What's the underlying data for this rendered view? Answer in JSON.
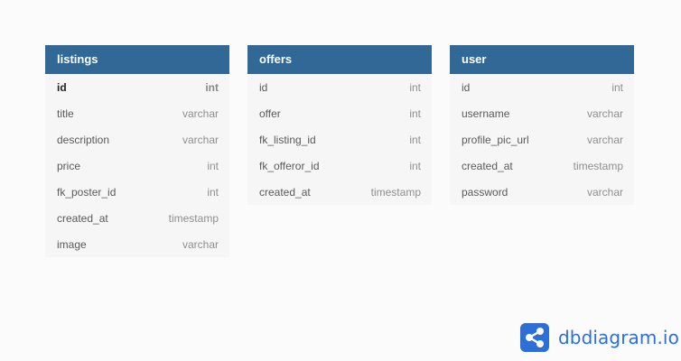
{
  "tables": [
    {
      "name": "listings",
      "fields": [
        {
          "name": "id",
          "type": "int",
          "pk": true
        },
        {
          "name": "title",
          "type": "varchar"
        },
        {
          "name": "description",
          "type": "varchar"
        },
        {
          "name": "price",
          "type": "int"
        },
        {
          "name": "fk_poster_id",
          "type": "int"
        },
        {
          "name": "created_at",
          "type": "timestamp"
        },
        {
          "name": "image",
          "type": "varchar"
        }
      ]
    },
    {
      "name": "offers",
      "fields": [
        {
          "name": "id",
          "type": "int"
        },
        {
          "name": "offer",
          "type": "int"
        },
        {
          "name": "fk_listing_id",
          "type": "int"
        },
        {
          "name": "fk_offeror_id",
          "type": "int"
        },
        {
          "name": "created_at",
          "type": "timestamp"
        }
      ]
    },
    {
      "name": "user",
      "fields": [
        {
          "name": "id",
          "type": "int"
        },
        {
          "name": "username",
          "type": "varchar"
        },
        {
          "name": "profile_pic_url",
          "type": "varchar"
        },
        {
          "name": "created_at",
          "type": "timestamp"
        },
        {
          "name": "password",
          "type": "varchar"
        }
      ]
    }
  ],
  "brand": {
    "name": "dbdiagram.io",
    "icon": "share-nodes-icon"
  },
  "colors": {
    "header_bg": "#316896",
    "body_bg": "#f6f6f6",
    "canvas_bg": "#fbfbfb",
    "brand": "#2e6fd6"
  }
}
